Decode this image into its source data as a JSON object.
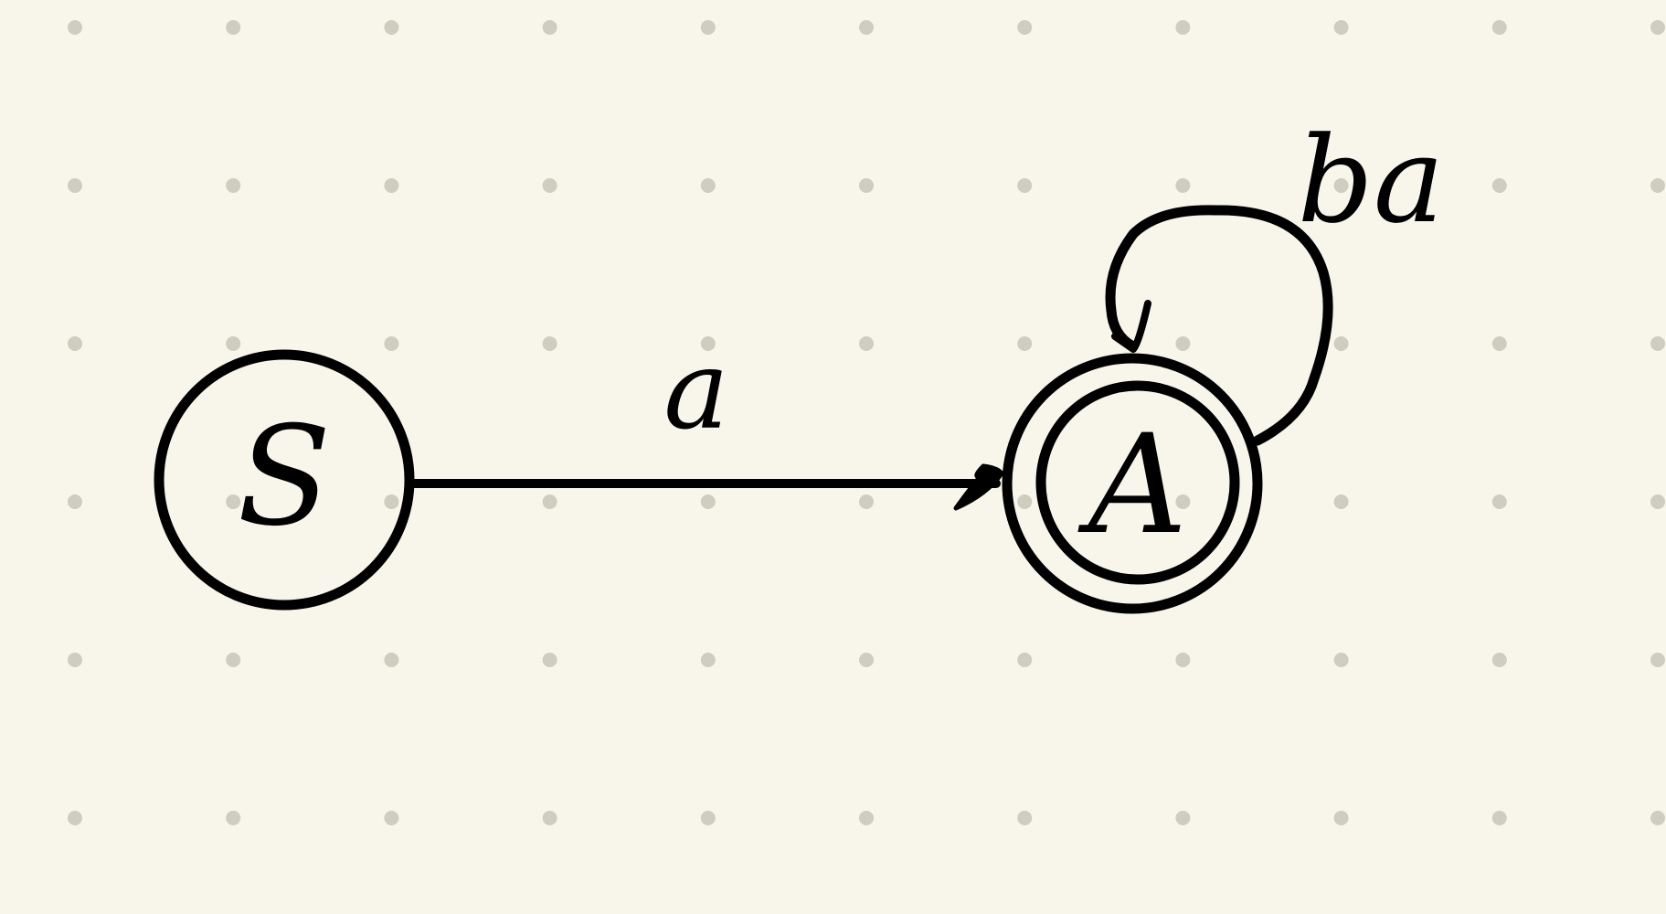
{
  "colors": {
    "background": "#f8f6ea",
    "grid_dot": "#cfccc0",
    "ink": "#000000"
  },
  "diagram": {
    "states": [
      {
        "id": "S",
        "label": "S",
        "accepting": false
      },
      {
        "id": "A",
        "label": "A",
        "accepting": true
      }
    ],
    "transitions": [
      {
        "from": "S",
        "to": "A",
        "label": "a"
      },
      {
        "from": "A",
        "to": "A",
        "label": "ba"
      }
    ]
  }
}
